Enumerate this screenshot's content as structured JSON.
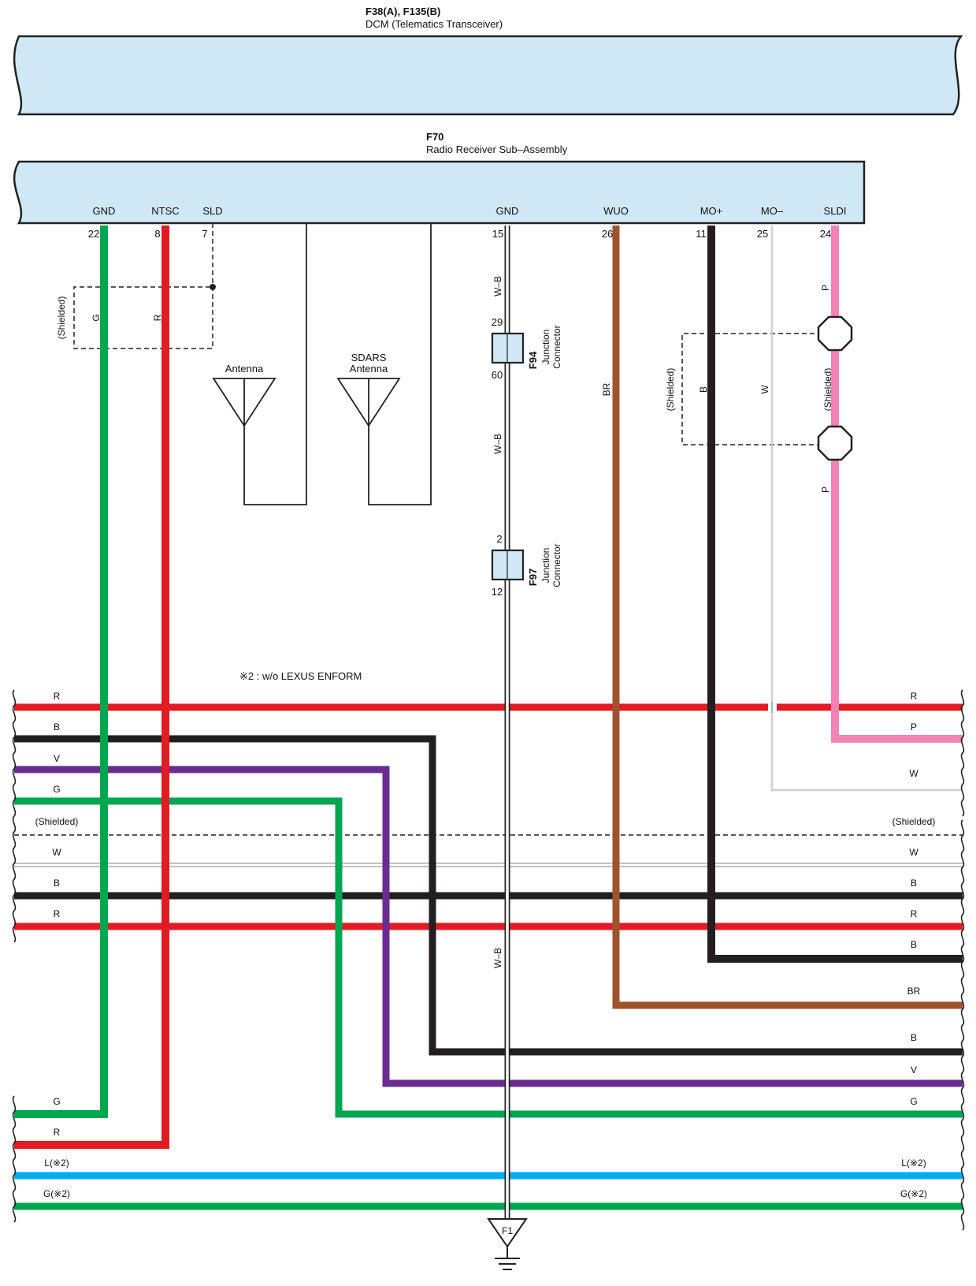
{
  "colors": {
    "module_fill": "#cfe8f6",
    "R": "#e31b23",
    "G": "#00a650",
    "B": "#231f20",
    "V": "#6b2c91",
    "W": "#b5b5b5",
    "P": "#f283b6",
    "BR": "#a0522d",
    "L": "#00aeef",
    "WB_core": "#ffffff",
    "WB_edge": "#222222"
  },
  "dcm": {
    "code": "F38(A), F135(B)",
    "name": "DCM (Telematics Transceiver)"
  },
  "radio": {
    "code": "F70",
    "name": "Radio Receiver Sub–Assembly",
    "terminals": [
      {
        "name": "GND",
        "pin": "22"
      },
      {
        "name": "NTSC",
        "pin": "8"
      },
      {
        "name": "SLD",
        "pin": "7"
      },
      {
        "name": "GND",
        "pin": "15"
      },
      {
        "name": "WUO",
        "pin": "26"
      },
      {
        "name": "MO+",
        "pin": "11"
      },
      {
        "name": "MO–",
        "pin": "25"
      },
      {
        "name": "SLDI",
        "pin": "24"
      }
    ]
  },
  "shield_label": "(Shielded)",
  "left_shield_wires": [
    "G",
    "R"
  ],
  "right_shield_wires": [
    "B",
    "W"
  ],
  "antenna": "Antenna",
  "sdars_antenna": [
    "SDARS",
    "Antenna"
  ],
  "junctions": [
    {
      "code": "F94",
      "label": [
        "Junction",
        "Connector"
      ],
      "pin_in": "29",
      "pin_out": "60"
    },
    {
      "code": "F97",
      "label": [
        "Junction",
        "Connector"
      ],
      "pin_in": "2",
      "pin_out": "12"
    }
  ],
  "vertical_wire_labels": {
    "wb1": "W–B",
    "wb2": "W–B",
    "wb3": "W–B",
    "br": "BR",
    "p_top": "P",
    "p_bottom": "P"
  },
  "footnote": "※2 : w/o LEXUS ENFORM",
  "bus_left": [
    "R",
    "B",
    "V",
    "G",
    "(Shielded)",
    "W",
    "B",
    "R",
    "G",
    "R",
    "L(※2)",
    "G(※2)"
  ],
  "bus_right": [
    "R",
    "P",
    "W",
    "(Shielded)",
    "W",
    "B",
    "R",
    "B",
    "BR",
    "B",
    "V",
    "G",
    "L(※2)",
    "G(※2)"
  ],
  "ground": "F1"
}
